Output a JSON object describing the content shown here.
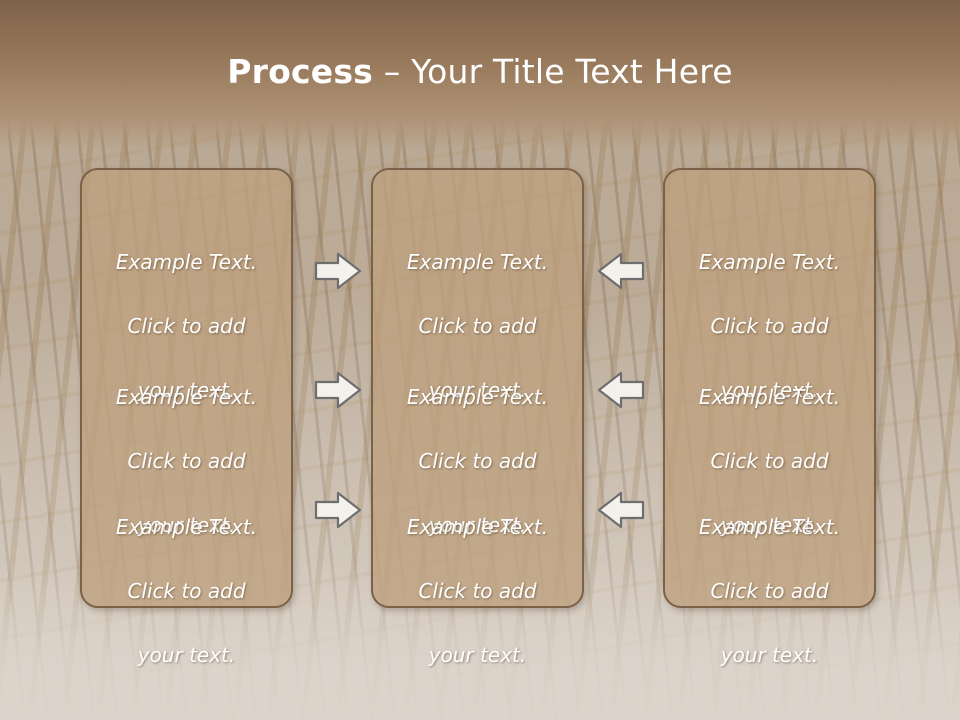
{
  "slide": {
    "title_bold": "Process",
    "title_rest": " – Your Title Text Here"
  },
  "columns": [
    {
      "items": [
        {
          "line1": "Example Text.",
          "line2": "Click  to add",
          "line3": "your text."
        },
        {
          "line1": "Example Text.",
          "line2": "Click  to add",
          "line3": "your text."
        },
        {
          "line1": "Example Text.",
          "line2": "Click  to add",
          "line3": "your text."
        }
      ]
    },
    {
      "items": [
        {
          "line1": "Example Text.",
          "line2": "Click  to add",
          "line3": "your text."
        },
        {
          "line1": "Example Text.",
          "line2": "Click  to add",
          "line3": "your text."
        },
        {
          "line1": "Example Text.",
          "line2": "Click  to add",
          "line3": "your text."
        }
      ]
    },
    {
      "items": [
        {
          "line1": "Example Text.",
          "line2": "Click  to add",
          "line3": "your text."
        },
        {
          "line1": "Example Text.",
          "line2": "Click  to add",
          "line3": "your text."
        },
        {
          "line1": "Example Text.",
          "line2": "Click  to add",
          "line3": "your text."
        }
      ]
    }
  ],
  "arrows": {
    "left_column": "arrow-right-icon",
    "right_column": "arrow-left-icon"
  },
  "colors": {
    "title_bar": "#8e6f52",
    "box_fill": "#bea07d",
    "box_border": "#7a6147",
    "text": "#ffffff"
  }
}
